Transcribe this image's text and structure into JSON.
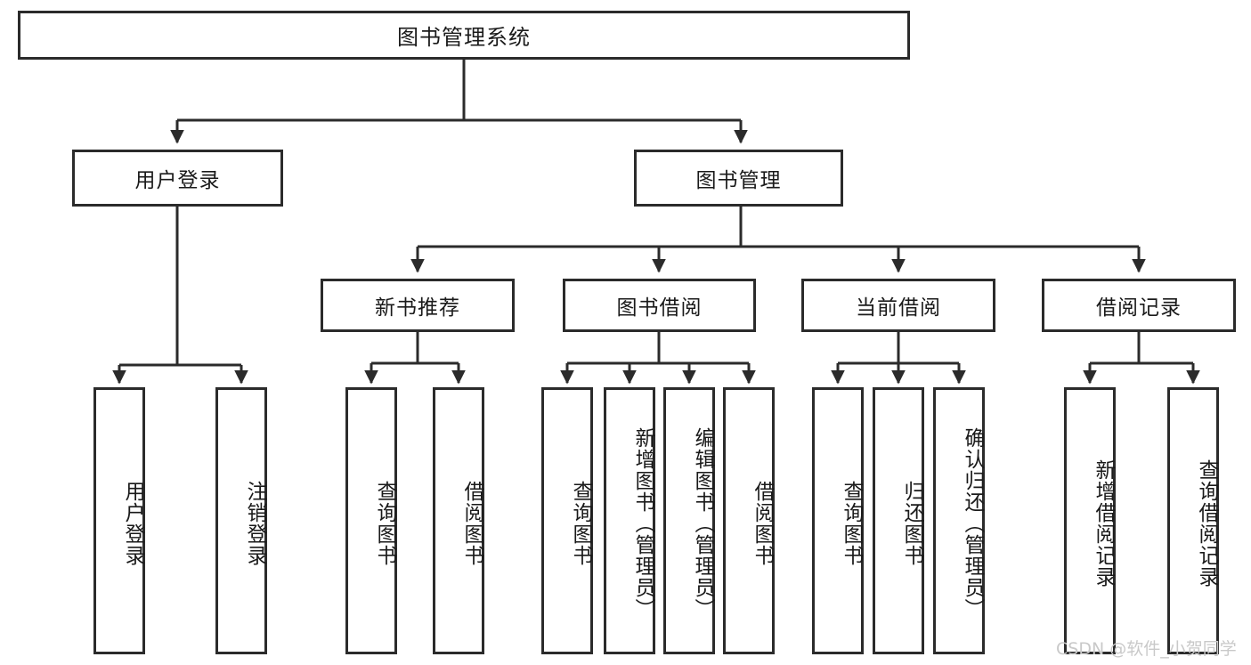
{
  "diagram": {
    "title": "图书管理系统",
    "watermark": "CSDN @软件_小贺同学",
    "colors": {
      "box_border": "#2b2b2b",
      "box_fill": "#ffffff",
      "edge": "#2b2b2b",
      "text": "#1a1a1a",
      "watermark": "#c9c9c9",
      "background": "#ffffff"
    },
    "root": {
      "label": "图书管理系统"
    },
    "level2": [
      {
        "label": "用户登录"
      },
      {
        "label": "图书管理"
      }
    ],
    "level3": [
      {
        "label": "新书推荐"
      },
      {
        "label": "图书借阅"
      },
      {
        "label": "当前借阅"
      },
      {
        "label": "借阅记录"
      }
    ],
    "leaves": {
      "user_login": [
        {
          "label": "用户登录"
        },
        {
          "label": "注销登录"
        }
      ],
      "new_book_recommend": [
        {
          "label": "查询图书"
        },
        {
          "label": "借阅图书"
        }
      ],
      "book_borrow": [
        {
          "label": "查询图书"
        },
        {
          "label": "新增图书（管理员）"
        },
        {
          "label": "编辑图书（管理员）"
        },
        {
          "label": "借阅图书"
        }
      ],
      "current_borrow": [
        {
          "label": "查询图书"
        },
        {
          "label": "归还图书"
        },
        {
          "label": "确认归还（管理员）"
        }
      ],
      "borrow_record": [
        {
          "label": "新增借阅记录"
        },
        {
          "label": "查询借阅记录"
        }
      ]
    }
  }
}
